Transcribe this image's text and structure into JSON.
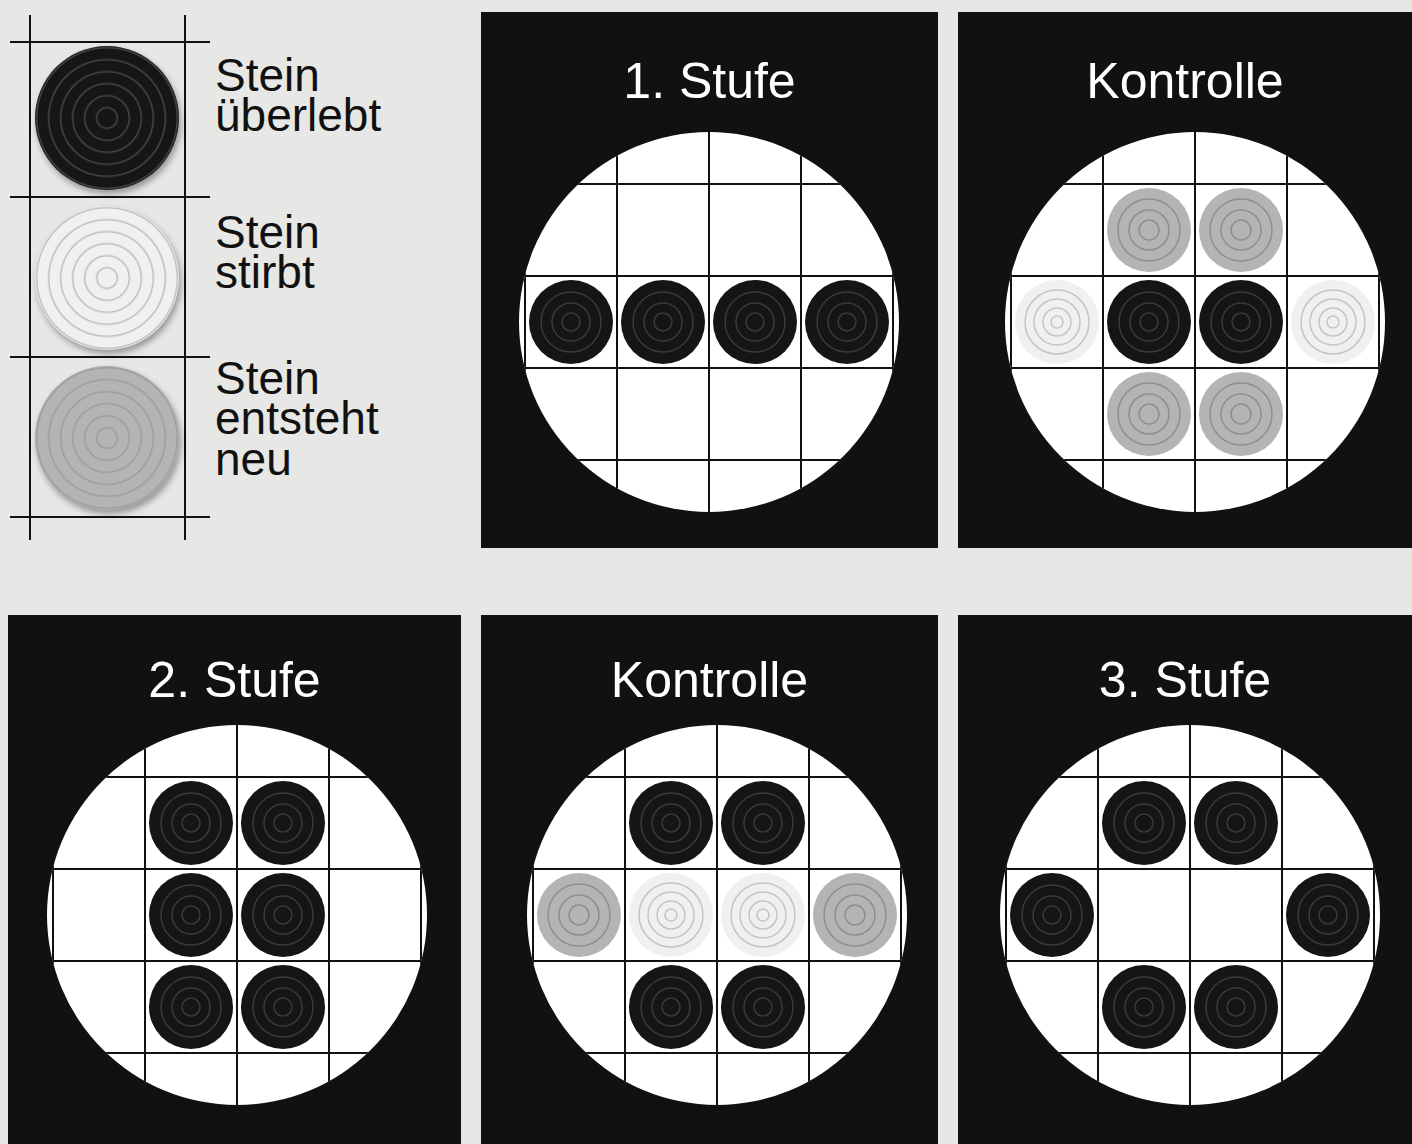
{
  "diagram": {
    "nodes": [
      {
        "text": [
          "1. Stufe"
        ]
      },
      {
        "text": [
          "Kontrolle"
        ]
      },
      {
        "text": [
          "2. Stufe"
        ]
      },
      {
        "text": [
          "Kontrolle"
        ]
      },
      {
        "text": [
          "3. Stufe"
        ]
      }
    ],
    "legend": [
      {
        "text": "Stein überlebt",
        "color": "#161616"
      },
      {
        "text": "Stein stirbt",
        "color": "#f0f0f0"
      },
      {
        "text": "Stein entsteht neu",
        "color": "#b4b4b4"
      }
    ]
  }
}
